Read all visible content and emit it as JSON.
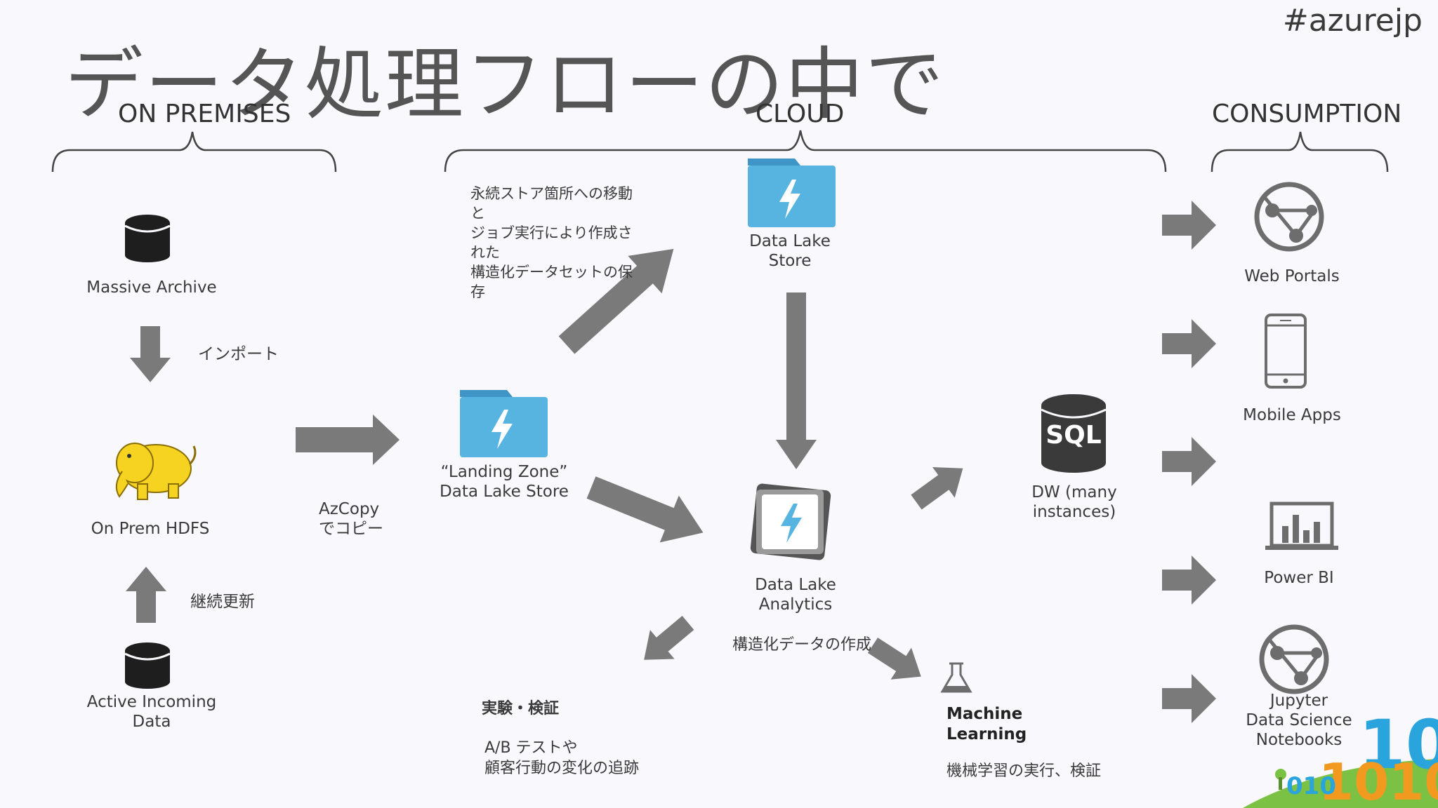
{
  "title": "データ処理フローの中で",
  "hashtag": "#azurejp",
  "sections": {
    "on_premises": "ON PREMISES",
    "cloud": "CLOUD",
    "consumption": "CONSUMPTION"
  },
  "on_premises": {
    "massive_archive": "Massive Archive",
    "import_label": "インポート",
    "hdfs": "On Prem HDFS",
    "continuous_update": "継続更新",
    "active_incoming_line1": "Active Incoming",
    "active_incoming_line2": "Data",
    "azcopy_line1": "AzCopy",
    "azcopy_line2": "でコピー"
  },
  "cloud": {
    "move_note": [
      "永続ストア箇所への移動",
      "と",
      "ジョブ実行により作成さ",
      "れた",
      "構造化データセットの保",
      "存"
    ],
    "landing_zone_line1": "“Landing Zone”",
    "landing_zone_line2": "Data Lake Store",
    "data_lake_store_line1": "Data Lake",
    "data_lake_store_line2": "Store",
    "analytics_line1": "Data Lake",
    "analytics_line2": "Analytics",
    "structured_data": "構造化データの作成",
    "dw_line1": "DW (many",
    "dw_line2": "instances)",
    "sql_label": "SQL",
    "experiment_title": "実験・検証",
    "experiment_line1": "A/B テストや",
    "experiment_line2": "顧客行動の変化の追跡",
    "ml_line1": "Machine",
    "ml_line2": "Learning",
    "ml_desc": "機械学習の実行、検証"
  },
  "consumption": {
    "web_portals": "Web Portals",
    "mobile_apps": "Mobile Apps",
    "power_bi": "Power BI",
    "jupyter_line1": "Jupyter",
    "jupyter_line2": "Data Science",
    "jupyter_line3": "Notebooks"
  },
  "colors": {
    "arrow": "#7a7a7a",
    "azure_blue": "#57b4e0",
    "azure_blue_dark": "#3e95c6",
    "db_black": "#1e1e1e",
    "icon_gray": "#6d6d6d",
    "hadoop_yellow": "#f5d320",
    "deco_green": "#7bc143",
    "deco_orange": "#f29a1f",
    "deco_blue": "#2aa4dd"
  }
}
